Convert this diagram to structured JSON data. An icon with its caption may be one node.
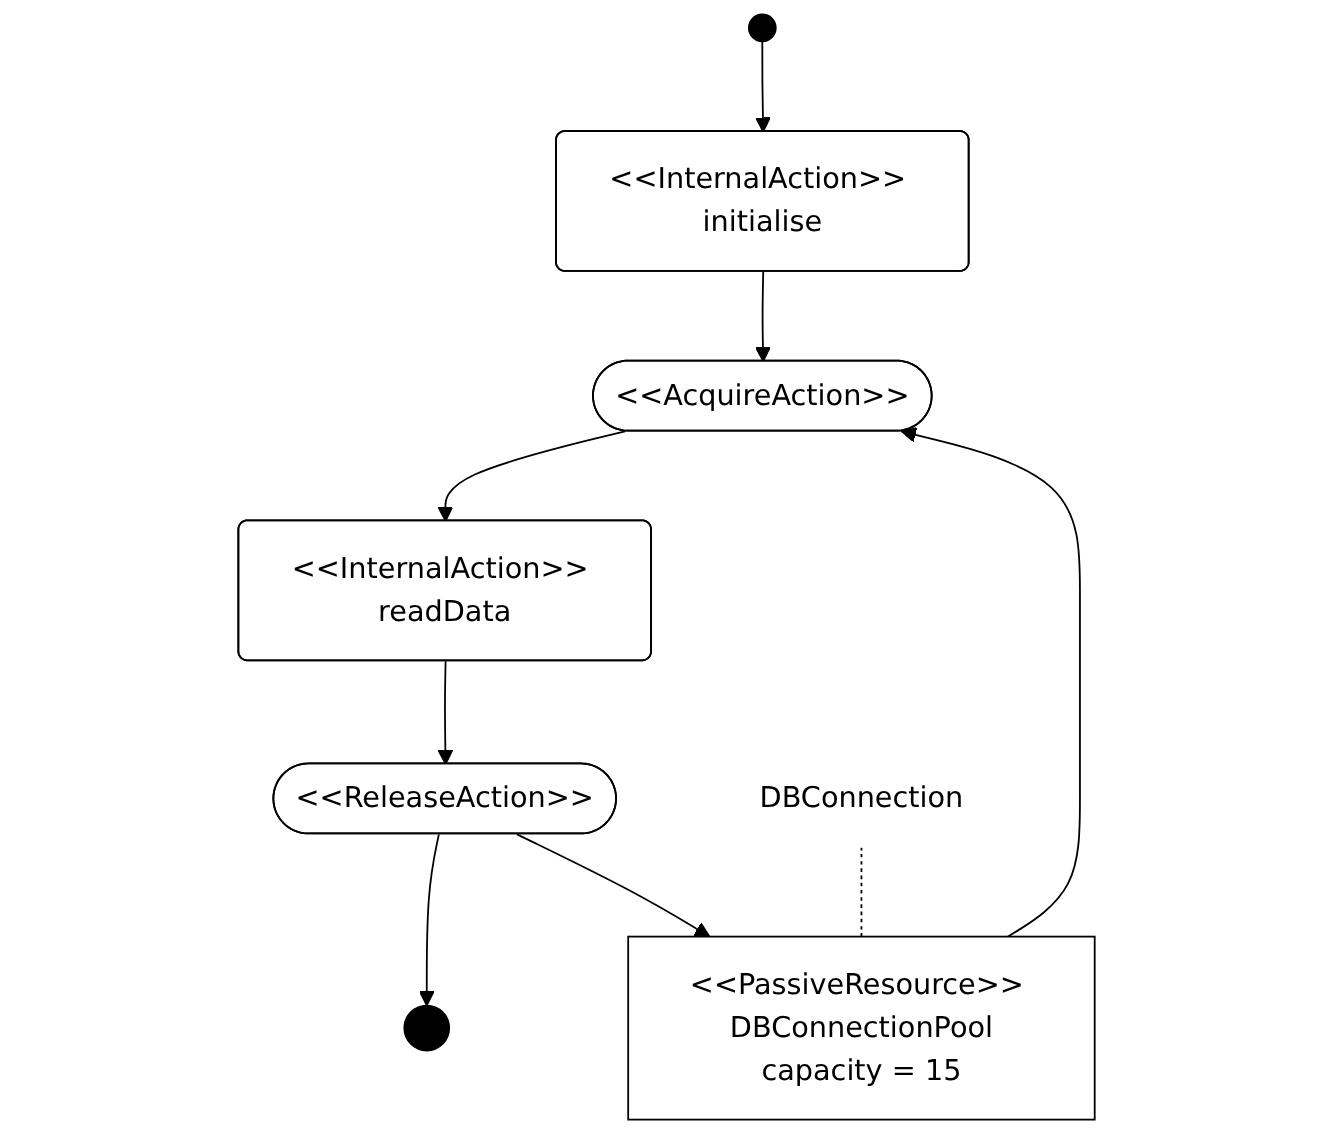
{
  "diagram": {
    "nodes": [
      {
        "text": [],
        "shape": "circle"
      },
      {
        "text": [
          "<<InternalAction>> initialise"
        ]
      },
      {
        "text": [
          "<<AcquireAction>>"
        ]
      },
      {
        "text": [
          "<<InternalAction>> readData"
        ]
      },
      {
        "text": [
          "<<ReleaseAction>>"
        ]
      },
      {
        "text": [],
        "shape": "circle"
      },
      {
        "text": [
          "<<PassiveResource>> DBConnectionPool",
          "capacity = 15"
        ]
      },
      {
        "text": [
          "DBConnection"
        ]
      }
    ],
    "edges": [
      {
        "from": 0,
        "to": 1,
        "arrow": "to"
      },
      {
        "from": 1,
        "to": 2,
        "arrow": "to"
      },
      {
        "from": 2,
        "to": 3,
        "arrow": "to"
      },
      {
        "from": 3,
        "to": 4,
        "arrow": "to"
      },
      {
        "from": 4,
        "to": 5,
        "arrow": "to"
      },
      {
        "from": 6,
        "to": 2,
        "arrow": "to"
      },
      {
        "from": 4,
        "to": 6,
        "arrow": "to"
      },
      {
        "from": 7,
        "to": 6,
        "arrow": "none",
        "style": "dashed"
      }
    ]
  }
}
